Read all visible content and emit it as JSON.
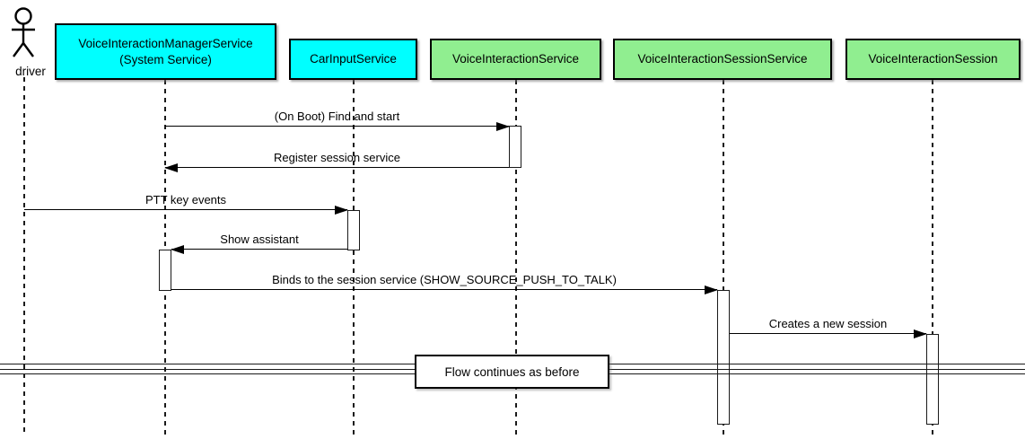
{
  "diagram_type": "uml-sequence",
  "actor": {
    "name": "driver"
  },
  "participants": [
    {
      "name": "VoiceInteractionManagerService\n(System Service)",
      "color": "#00FFFF"
    },
    {
      "name": "CarInputService",
      "color": "#00FFFF"
    },
    {
      "name": "VoiceInteractionService",
      "color": "#90EE90"
    },
    {
      "name": "VoiceInteractionSessionService",
      "color": "#90EE90"
    },
    {
      "name": "VoiceInteractionSession",
      "color": "#90EE90"
    }
  ],
  "messages": [
    {
      "label": "(On Boot) Find and start",
      "from": "VoiceInteractionManagerService (System Service)",
      "to": "VoiceInteractionService",
      "direction": "right"
    },
    {
      "label": "Register session service",
      "from": "VoiceInteractionService",
      "to": "VoiceInteractionManagerService (System Service)",
      "direction": "left"
    },
    {
      "label": "PTT key events",
      "from": "driver",
      "to": "CarInputService",
      "direction": "right"
    },
    {
      "label": "Show assistant",
      "from": "CarInputService",
      "to": "VoiceInteractionManagerService (System Service)",
      "direction": "left"
    },
    {
      "label": "Binds to the session service (SHOW_SOURCE_PUSH_TO_TALK)",
      "from": "VoiceInteractionManagerService (System Service)",
      "to": "VoiceInteractionSessionService",
      "direction": "right"
    },
    {
      "label": "Creates a new session",
      "from": "VoiceInteractionSessionService",
      "to": "VoiceInteractionSession",
      "direction": "right"
    }
  ],
  "divider": {
    "label": "Flow continues as before"
  },
  "colors": {
    "participant_cyan": "#00FFFF",
    "participant_green": "#90EE90",
    "line": "#000000",
    "background": "#FFFFFF"
  }
}
